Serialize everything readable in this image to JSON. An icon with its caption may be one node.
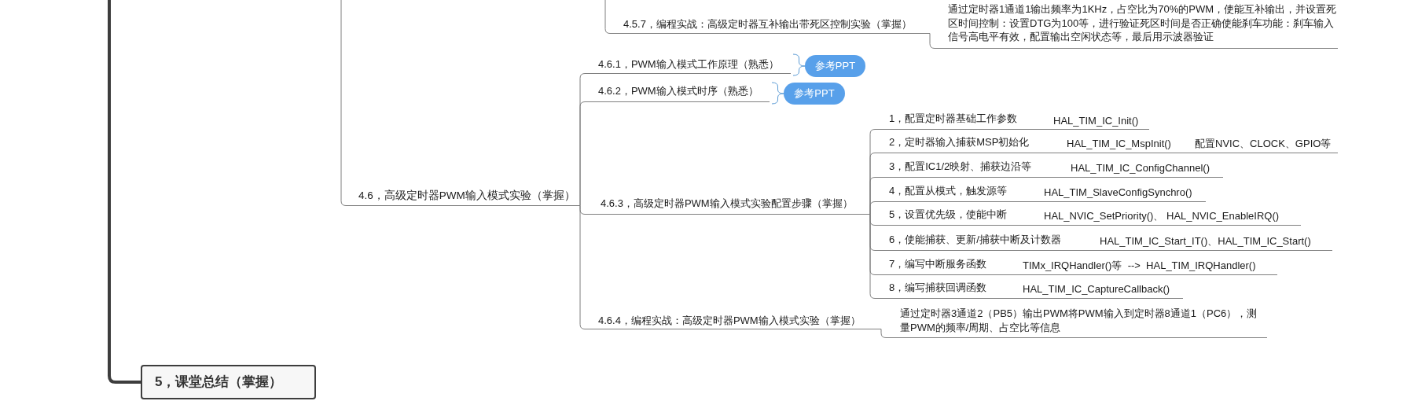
{
  "diagram": {
    "nodes": [
      {
        "text": [
          "4.5.7，编程实战：高级定时器互补输出带死区控制实验（掌握）"
        ]
      },
      {
        "text": [
          "通过定时器1通道1输出频率为1KHz，占空比为70%的PWM，使能互补输出，并设置死区时间控制：设置DTG为100等，进行验证死区时间是否正确使能刹车功能：刹车输入信号高电平有效，配置输出空闲状态等，最后用示波器验证"
        ]
      },
      {
        "text": [
          "4.6，高级定时器PWM输入模式实验（掌握）"
        ]
      },
      {
        "text": [
          "4.6.1，PWM输入模式工作原理（熟悉）"
        ]
      },
      {
        "text": [
          "参考PPT"
        ]
      },
      {
        "text": [
          "4.6.2，PWM输入模式时序（熟悉）"
        ]
      },
      {
        "text": [
          "参考PPT"
        ]
      },
      {
        "text": [
          "4.6.3，高级定时器PWM输入模式实验配置步骤（掌握）"
        ]
      },
      {
        "text": [
          "1，配置定时器基础工作参数"
        ]
      },
      {
        "text": [
          "HAL_TIM_IC_Init()"
        ]
      },
      {
        "text": [
          "2，定时器输入捕获MSP初始化"
        ]
      },
      {
        "text": [
          "HAL_TIM_IC_MspInit()"
        ]
      },
      {
        "text": [
          "配置NVIC、CLOCK、GPIO等"
        ]
      },
      {
        "text": [
          "3，配置IC1/2映射、捕获边沿等"
        ]
      },
      {
        "text": [
          "HAL_TIM_IC_ConfigChannel()"
        ]
      },
      {
        "text": [
          "4，配置从模式，触发源等"
        ]
      },
      {
        "text": [
          "HAL_TIM_SlaveConfigSynchro()"
        ]
      },
      {
        "text": [
          "5，设置优先级，使能中断"
        ]
      },
      {
        "text": [
          "HAL_NVIC_SetPriority()、 HAL_NVIC_EnableIRQ()"
        ]
      },
      {
        "text": [
          "6，使能捕获、更新/捕获中断及计数器"
        ]
      },
      {
        "text": [
          "HAL_TIM_IC_Start_IT()、HAL_TIM_IC_Start()"
        ]
      },
      {
        "text": [
          "7，编写中断服务函数"
        ]
      },
      {
        "text": [
          "TIMx_IRQHandler()等  -->  HAL_TIM_IRQHandler()"
        ]
      },
      {
        "text": [
          "8，编写捕获回调函数"
        ]
      },
      {
        "text": [
          "HAL_TIM_IC_CaptureCallback()"
        ]
      },
      {
        "text": [
          "4.6.4，编程实战：高级定时器PWM输入模式实验（掌握）"
        ]
      },
      {
        "text": [
          "通过定时器3通道2（PB5）输出PWM将PWM输入到定时器8通道1（PC6），测量PWM的频率/周期、占空比等信息"
        ]
      },
      {
        "text": [
          "5，课堂总结（掌握）"
        ]
      }
    ],
    "edges": [
      {
        "from": null,
        "to": 0,
        "arrow": "none"
      },
      {
        "from": 0,
        "to": 1,
        "arrow": "none"
      },
      {
        "from": null,
        "to": 2,
        "arrow": "none"
      },
      {
        "from": 2,
        "to": 3,
        "arrow": "none"
      },
      {
        "from": 3,
        "to": 4,
        "arrow": "none",
        "color": "#5b9bd5"
      },
      {
        "from": 2,
        "to": 5,
        "arrow": "none"
      },
      {
        "from": 5,
        "to": 6,
        "arrow": "none",
        "color": "#5b9bd5"
      },
      {
        "from": 2,
        "to": 7,
        "arrow": "none"
      },
      {
        "from": 7,
        "to": 8,
        "arrow": "none"
      },
      {
        "from": 8,
        "to": 9,
        "arrow": "none"
      },
      {
        "from": 7,
        "to": 10,
        "arrow": "none"
      },
      {
        "from": 10,
        "to": 11,
        "arrow": "none"
      },
      {
        "from": 11,
        "to": 12,
        "arrow": "none"
      },
      {
        "from": 7,
        "to": 13,
        "arrow": "none"
      },
      {
        "from": 13,
        "to": 14,
        "arrow": "none"
      },
      {
        "from": 7,
        "to": 15,
        "arrow": "none"
      },
      {
        "from": 15,
        "to": 16,
        "arrow": "none"
      },
      {
        "from": 7,
        "to": 17,
        "arrow": "none"
      },
      {
        "from": 17,
        "to": 18,
        "arrow": "none"
      },
      {
        "from": 7,
        "to": 19,
        "arrow": "none"
      },
      {
        "from": 19,
        "to": 20,
        "arrow": "none"
      },
      {
        "from": 7,
        "to": 21,
        "arrow": "none"
      },
      {
        "from": 21,
        "to": 22,
        "arrow": "none"
      },
      {
        "from": 7,
        "to": 23,
        "arrow": "none"
      },
      {
        "from": 23,
        "to": 24,
        "arrow": "none"
      },
      {
        "from": 2,
        "to": 25,
        "arrow": "none"
      },
      {
        "from": 25,
        "to": 26,
        "arrow": "none"
      },
      {
        "from": null,
        "to": 27,
        "arrow": "none",
        "style": "thick",
        "color": "#3d3d3d"
      }
    ]
  }
}
